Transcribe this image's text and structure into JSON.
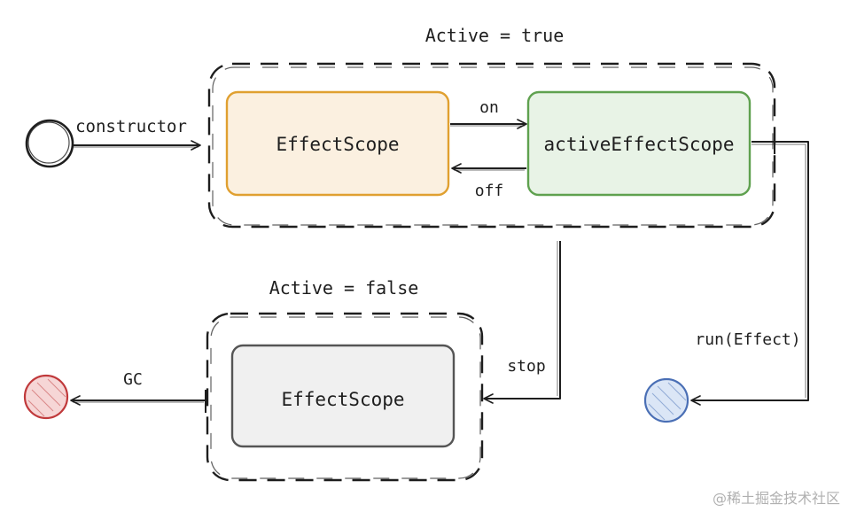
{
  "groups": {
    "active_true": {
      "title": "Active = true"
    },
    "active_false": {
      "title": "Active = false"
    }
  },
  "nodes": {
    "effect_scope_active": {
      "label": "EffectScope",
      "fill": "#fbf0e0",
      "stroke": "#e0a030"
    },
    "active_effect_scope": {
      "label": "activeEffectScope",
      "fill": "#e8f3e6",
      "stroke": "#5fa14f"
    },
    "effect_scope_inactive": {
      "label": "EffectScope",
      "fill": "#f0f0f0",
      "stroke": "#555555"
    },
    "start_circle": {
      "stroke": "#1e1e1e"
    },
    "gc_circle": {
      "stroke": "#c0393b",
      "fill": "#f6d6d6"
    },
    "run_circle": {
      "stroke": "#4a6fb5",
      "fill": "#dbe6f6"
    }
  },
  "edges": {
    "constructor": "constructor",
    "on": "on",
    "off": "off",
    "stop": "stop",
    "run": "run(Effect)",
    "gc": "GC"
  },
  "watermark": "@稀土掘金技术社区"
}
